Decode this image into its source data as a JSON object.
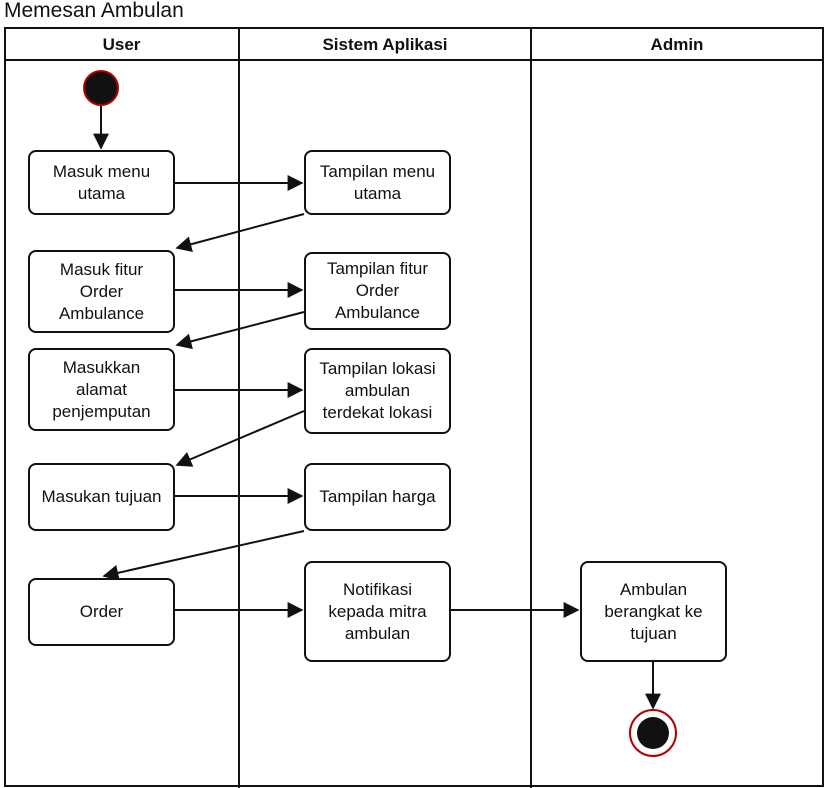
{
  "title": "Memesan Ambulan",
  "lanes": [
    "User",
    "Sistem Aplikasi",
    "Admin"
  ],
  "nodes": {
    "masuk_menu": "Masuk menu\nutama",
    "tampilan_menu": "Tampilan menu\nutama",
    "masuk_fitur": "Masuk fitur\nOrder\nAmbulance",
    "tampilan_fitur": "Tampilan fitur\nOrder\nAmbulance",
    "masukkan_alamat": "Masukkan\nalamat\npenjemputan",
    "tampilan_lokasi": "Tampilan lokasi\nambulan\nterdekat lokasi",
    "masukan_tujuan": "Masukan tujuan",
    "tampilan_harga": "Tampilan harga",
    "order": "Order",
    "notifikasi": "Notifikasi\nkepada mitra\nambulan",
    "ambulan_berangkat": "Ambulan\nberangkat ke\ntujuan"
  },
  "colors": {
    "line": "#111111",
    "start_fill": "#111111",
    "start_ring": "#b30000",
    "end_ring": "#b30000"
  }
}
